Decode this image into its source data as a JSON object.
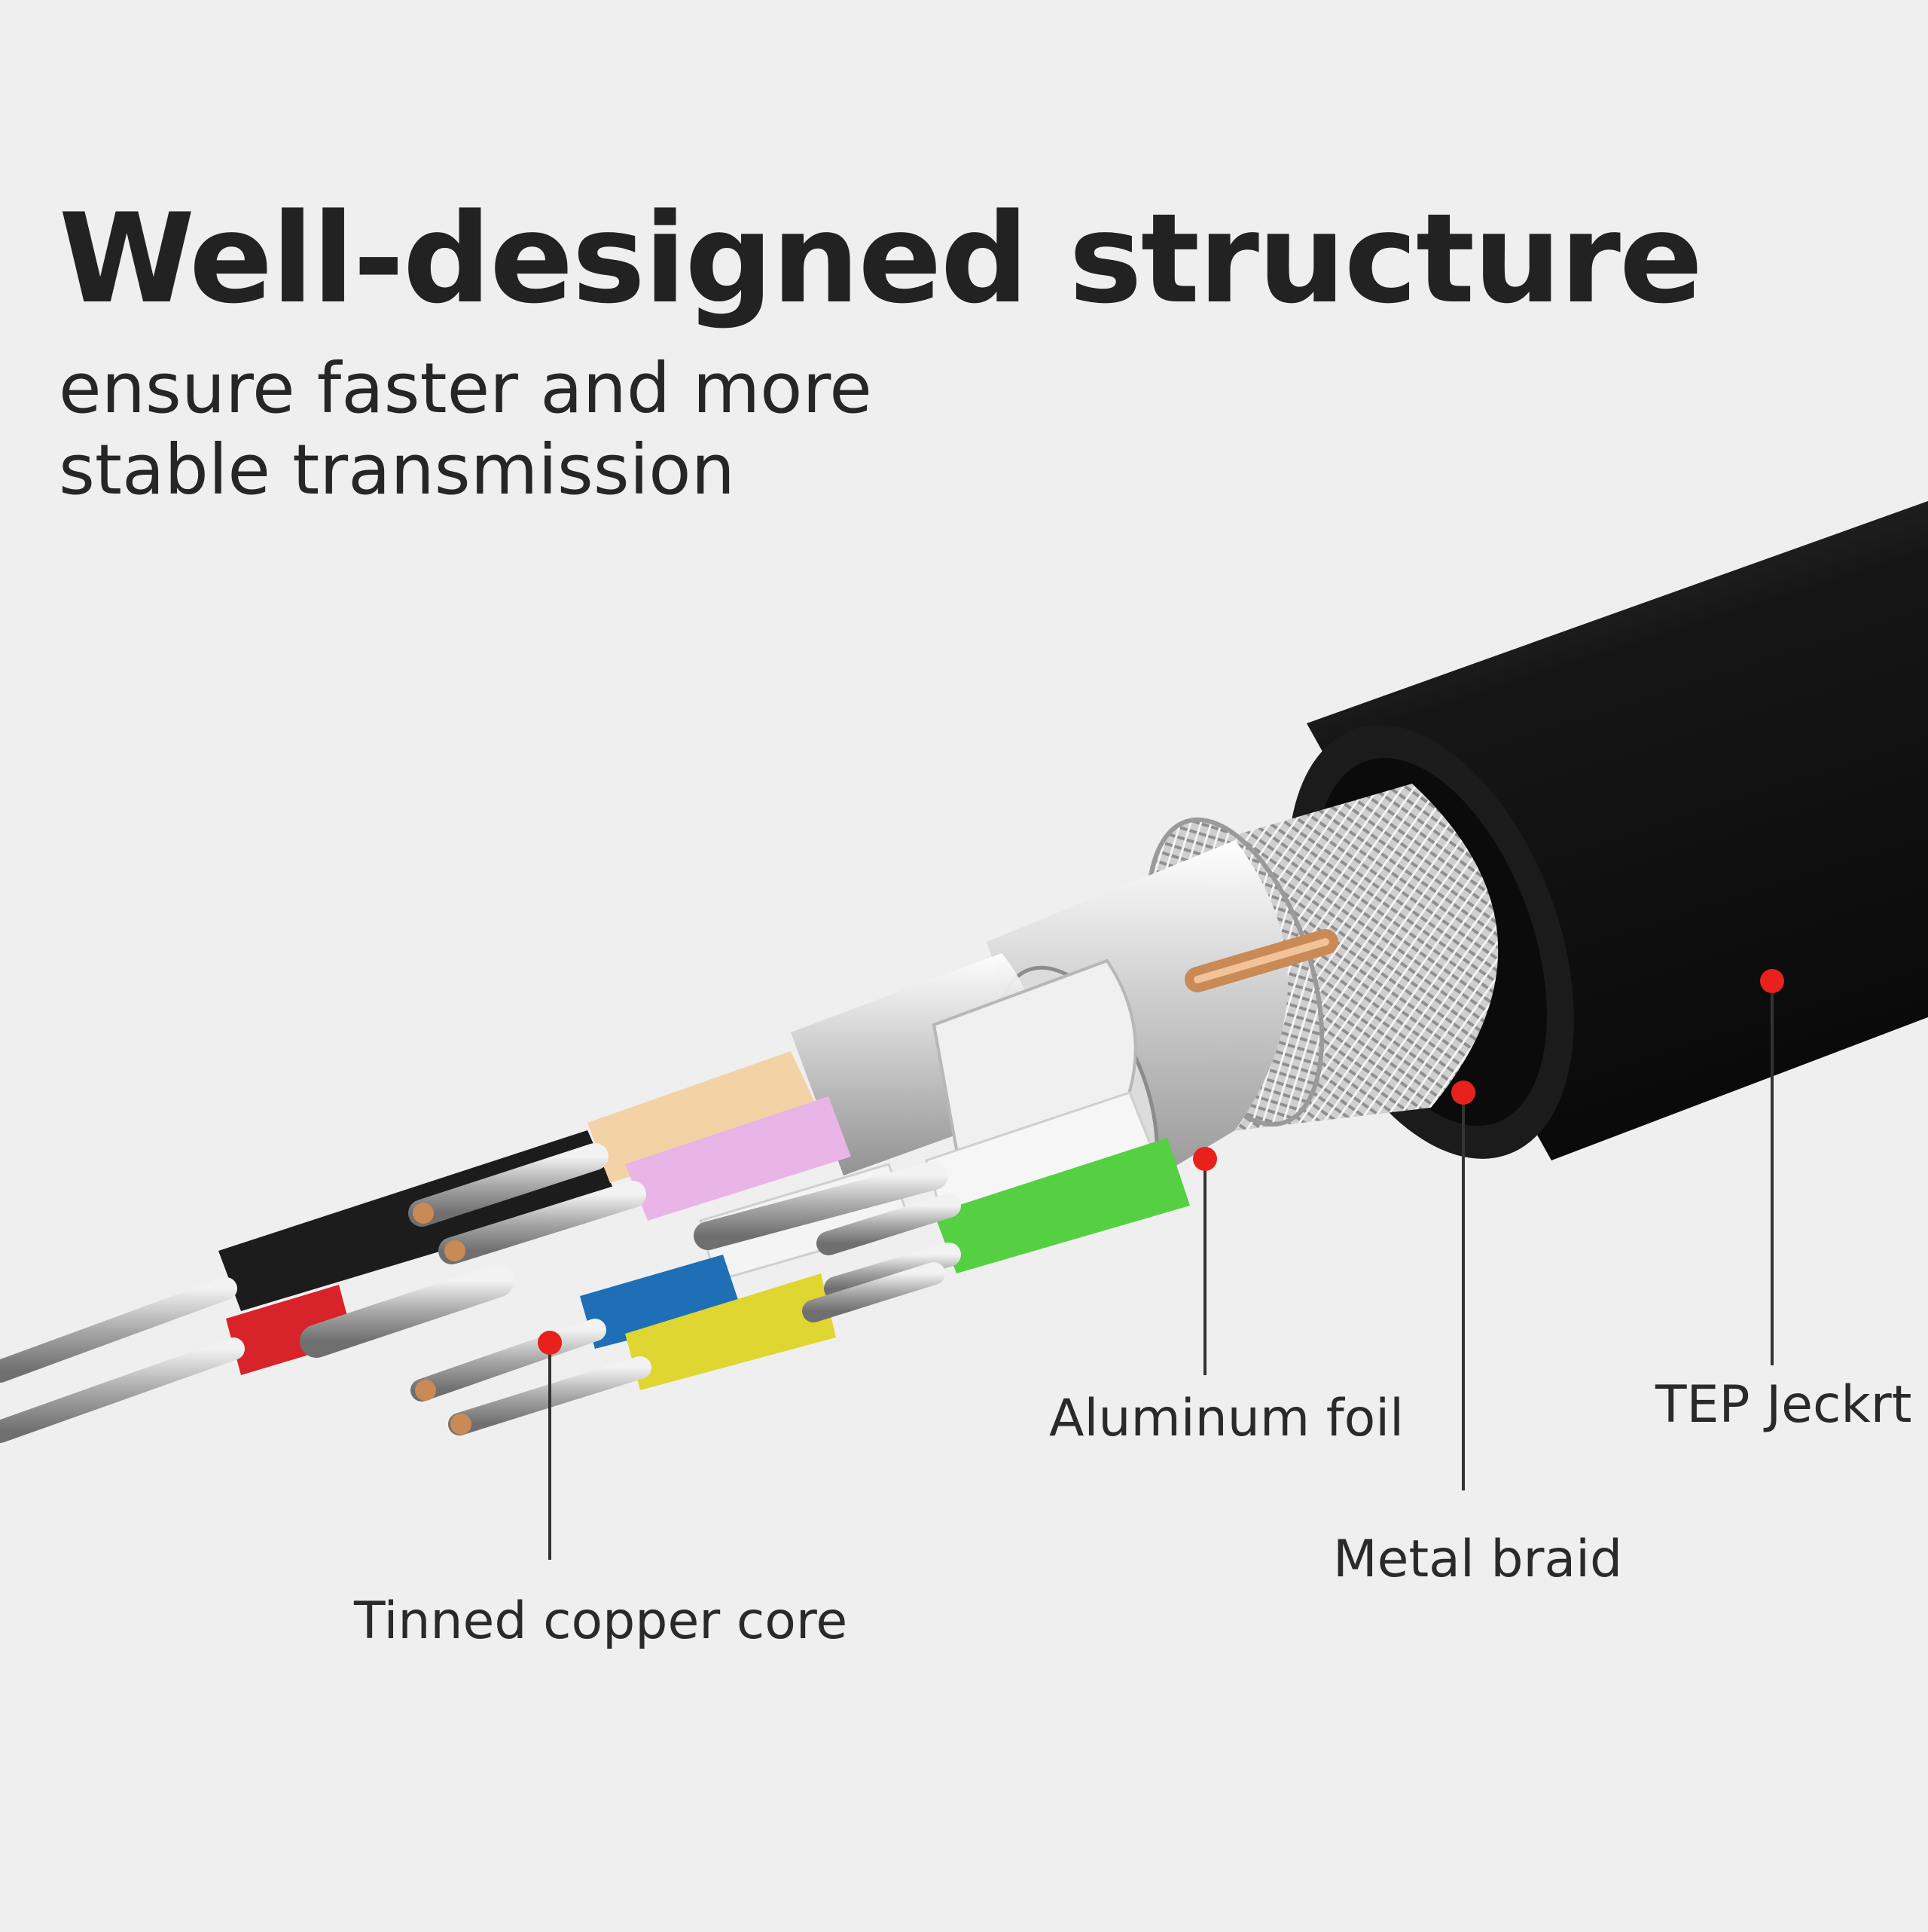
{
  "heading": {
    "title": "Well-designed structure",
    "subtitle_line1": "ensure faster and more",
    "subtitle_line2": "stable transmission"
  },
  "callouts": {
    "tinned_copper_core": "Tinned copper core",
    "aluminum_foil": "Aluminum foil",
    "metal_braid": "Metal braid",
    "tep_jacket": "TEP Jeckrt"
  },
  "colors": {
    "background": "#efefef",
    "marker": "#e8211d",
    "jacket": "#141414",
    "wire_black": "#1c1c1c",
    "wire_red": "#d8232a",
    "wire_blue": "#1e6fb5",
    "wire_yellow": "#e0d632",
    "wire_green": "#56d043",
    "wire_pink": "#e8b5e6",
    "wire_peach": "#f3d3a6",
    "wire_white": "#f6f6f6"
  }
}
